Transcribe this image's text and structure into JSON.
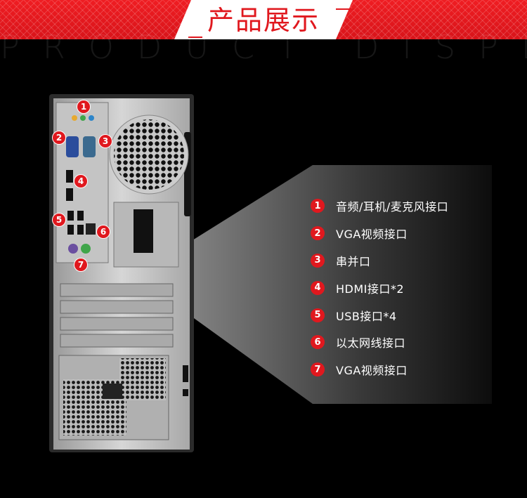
{
  "header": {
    "title": "产品展示",
    "watermark": "PRODUCT DISPLAY"
  },
  "legend": [
    {
      "num": "1",
      "label": "音频/耳机/麦克风接口"
    },
    {
      "num": "2",
      "label": "VGA视频接口"
    },
    {
      "num": "3",
      "label": "串并口"
    },
    {
      "num": "4",
      "label": "HDMI接口*2"
    },
    {
      "num": "5",
      "label": "USB接口*4"
    },
    {
      "num": "6",
      "label": "以太网线接口"
    },
    {
      "num": "7",
      "label": "VGA视频接口"
    }
  ],
  "callouts": [
    "1",
    "2",
    "3",
    "4",
    "5",
    "6",
    "7"
  ],
  "colors": {
    "accent": "#e0181e",
    "background": "#000000",
    "text": "#ffffff"
  }
}
